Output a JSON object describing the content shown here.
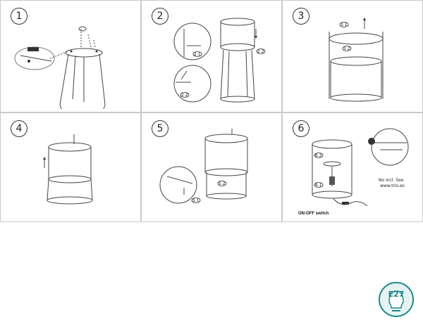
{
  "steps": [
    {
      "number": "1",
      "callouts": []
    },
    {
      "number": "2",
      "callouts": [
        "2.1",
        "2.2",
        "2.2"
      ]
    },
    {
      "number": "3",
      "callouts": [
        "3.1",
        "3.2"
      ]
    },
    {
      "number": "4",
      "callouts": []
    },
    {
      "number": "5",
      "callouts": [
        "5.2",
        "5.1"
      ]
    },
    {
      "number": "6",
      "callouts": [
        "6.2",
        "6.1"
      ]
    }
  ],
  "notes": {
    "not_included": "No incl. See",
    "website": "www.trio.es",
    "switch": "ON-OFF switch"
  },
  "badge": {
    "label": "E27",
    "color": "#1a8a8a"
  }
}
